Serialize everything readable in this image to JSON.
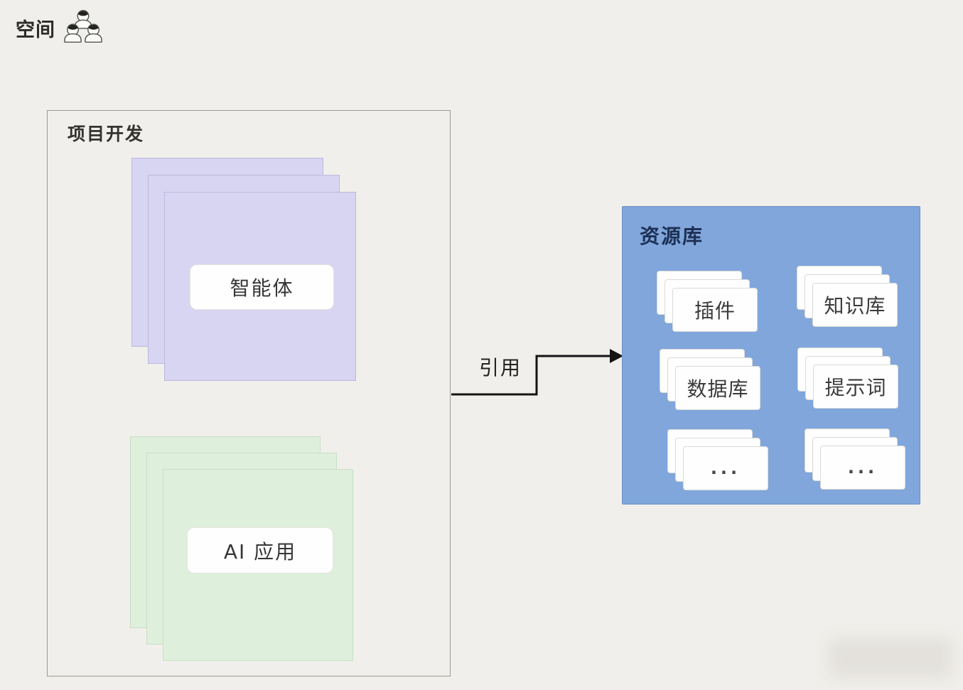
{
  "workspace": {
    "label": "空间",
    "people_icon": "three-person-group-outline"
  },
  "project": {
    "title": "项目开发",
    "agent_stack": {
      "label": "智能体",
      "card_color": "#d7d5f1",
      "card_count": 3
    },
    "app_stack": {
      "label": "AI 应用",
      "card_color": "#def0dc",
      "card_count": 3
    }
  },
  "arrow": {
    "label": "引用",
    "color": "#141414",
    "direction": "project-to-resources"
  },
  "resources": {
    "title": "资源库",
    "panel_color": "#80a6dc",
    "title_color": "#1d3054",
    "card_count_per_stack": 3,
    "items": [
      {
        "label": "插件"
      },
      {
        "label": "知识库"
      },
      {
        "label": "数据库"
      },
      {
        "label": "提示词"
      },
      {
        "label": "..."
      },
      {
        "label": "..."
      }
    ]
  },
  "colors": {
    "background": "#f1efeb",
    "project_border": "#9c9b93",
    "agent_card": "#d7d5f1",
    "app_card": "#def0dc",
    "resource_panel": "#80a6dc",
    "card_white": "#fefefe"
  }
}
